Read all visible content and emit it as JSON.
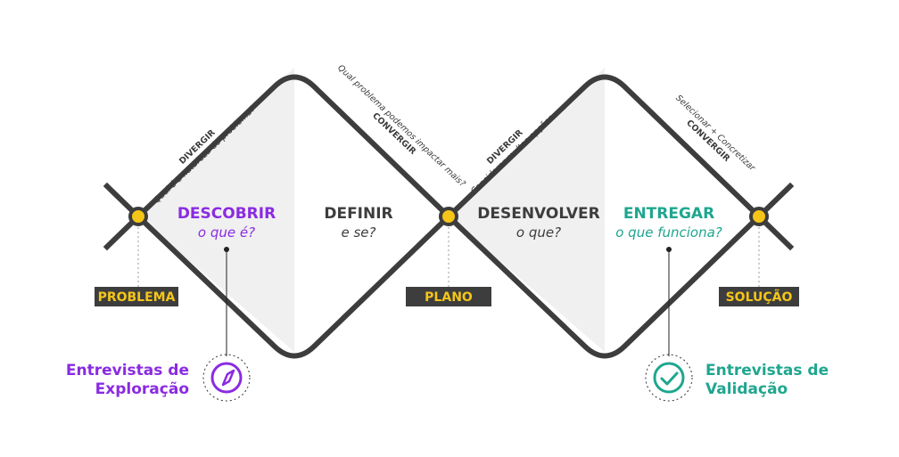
{
  "colors": {
    "line": "#3d3d3d",
    "shade": "#f0f0f0",
    "node": "#f5c518",
    "purple": "#8a2be2",
    "teal": "#1fa68f",
    "tag_bg": "#3d3d3d",
    "tag_text": "#f5c518"
  },
  "phases": [
    {
      "title": "DESCOBRIR",
      "subtitle": "o que é?",
      "color": "#8a2be2"
    },
    {
      "title": "DEFINIR",
      "subtitle": "e se?",
      "color": "#3d3d3d"
    },
    {
      "title": "DESENVOLVER",
      "subtitle": "o que?",
      "color": "#3d3d3d"
    },
    {
      "title": "ENTREGAR",
      "subtitle": "o que funciona?",
      "color": "#1fa68f"
    }
  ],
  "diagonals": [
    {
      "title": "DIVERGIR",
      "subtitle": "Qual é a natureza do problema?"
    },
    {
      "title": "CONVERGIR",
      "subtitle": "Qual problema podemos impactar mais?"
    },
    {
      "title": "DIVERGIR",
      "subtitle": "Considerar multas opções"
    },
    {
      "title": "CONVERGIR",
      "subtitle": "Selecionar + Concretizar"
    }
  ],
  "milestones": [
    {
      "label": "PROBLEMA"
    },
    {
      "label": "PLANO"
    },
    {
      "label": "SOLUÇÃO"
    }
  ],
  "research": [
    {
      "line1": "Entrevistas de",
      "line2": "Exploração",
      "icon": "compass-icon",
      "color": "#8a2be2"
    },
    {
      "line1": "Entrevistas de",
      "line2": "Validação",
      "icon": "check-circle-icon",
      "color": "#1fa68f"
    }
  ]
}
